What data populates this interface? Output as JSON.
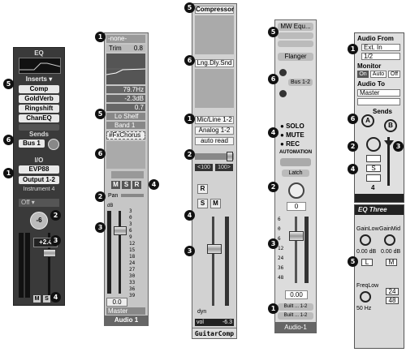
{
  "strip1": {
    "eq_label": "EQ",
    "inserts_label": "Inserts",
    "inserts": [
      "Comp",
      "GoldVerb",
      "Ringshift",
      "ChanEQ"
    ],
    "sends_label": "Sends",
    "send": "Bus 1",
    "io_label": "I/O",
    "input": "EVP88",
    "output": "Output 1-2",
    "instrument": "Instrument 4",
    "automation": "Off",
    "pan_value": "-6",
    "volume_value": "+2.4",
    "mute": "M",
    "solo": "S",
    "callouts": [
      "5",
      "6",
      "1",
      "2",
      "3",
      "4"
    ]
  },
  "strip2": {
    "insert": "-none-",
    "trim_label": "Trim",
    "trim_value": "0.8",
    "freq": "79.7Hz",
    "gain": "-2.3dB",
    "q": "0.7",
    "band_shelf": "Lo Shelf",
    "band_sel": "Band 1",
    "fx": "#FxChorus",
    "pan_label": "Pan",
    "fader_value": "0.0",
    "output": "Master",
    "name": "Audio 1",
    "buttons": [
      "M",
      "S",
      "R"
    ],
    "scale": [
      "3",
      "0",
      "3",
      "6",
      "9",
      "12",
      "15",
      "18",
      "24",
      "27",
      "30",
      "33",
      "36",
      "39"
    ],
    "db_label": "dB",
    "callouts": [
      "1",
      "5",
      "6",
      "2",
      "4",
      "3"
    ]
  },
  "strip3": {
    "insert1": "Compressor",
    "insert2": "Lng.Dly.Snd",
    "input": "Mic/Line 1-2",
    "output": "Analog 1-2",
    "automation": "auto read",
    "pan_left": "<100",
    "pan_right": "100>",
    "rec": "R",
    "solo": "S",
    "mute": "M",
    "dyn": "dyn",
    "vol_label": "vol",
    "vol_value": "-6.3",
    "name": "GuitarComp",
    "callouts": [
      "5",
      "6",
      "1",
      "2",
      "4",
      "3"
    ]
  },
  "strip4": {
    "insert1": "MW Equ...",
    "insert2": "Flanger",
    "send": "Bus 1-2",
    "solo": "SOLO",
    "mute": "MUTE",
    "rec": "REC",
    "automation_label": "AUTOMATION",
    "automation_mode": "Latch",
    "pan_value": "0",
    "fader_value": "0.00",
    "input": "Built ... 1-2",
    "output": "Built ... 1-2",
    "name": "Audio-1",
    "scale": [
      "6",
      "0",
      "6",
      "12",
      "24",
      "36",
      "48"
    ],
    "callouts": [
      "5",
      "6",
      "4",
      "2",
      "3",
      "1"
    ]
  },
  "strip5": {
    "audio_from_label": "Audio From",
    "input_source": "Ext. In",
    "input_channel": "1/2",
    "monitor_label": "Monitor",
    "monitor_on": "On",
    "monitor_auto": "Auto",
    "monitor_off": "Off",
    "audio_to_label": "Audio To",
    "output": "Master",
    "sends_label": "Sends",
    "send_a": "A",
    "send_b": "B",
    "solo": "S",
    "track_number": "4",
    "eq_title": "EQ Three",
    "gain_low": "GainLow",
    "gain_mid": "GainMid",
    "gain_low_value": "0.00 dB",
    "gain_mid_value": "0.00 dB",
    "btn_l": "L",
    "btn_m": "M",
    "freq_low": "FreqLow",
    "freq_value": "50 Hz",
    "rate_a": "24",
    "rate_b": "48",
    "callouts": [
      "1",
      "6",
      "2",
      "3",
      "4",
      "5"
    ]
  }
}
